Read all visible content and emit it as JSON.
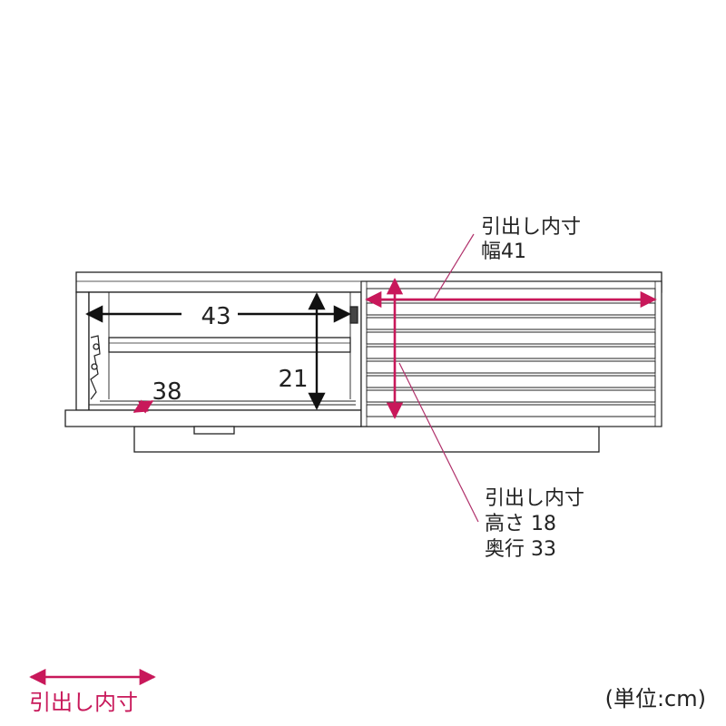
{
  "dimensions": {
    "width_open": "43",
    "height_open": "21",
    "depth_open": "38"
  },
  "callout_top": {
    "line1": "引出し内寸",
    "line2": "幅41"
  },
  "callout_bottom": {
    "line1": "引出し内寸",
    "line2": "高さ 18",
    "line3": "奥行 33"
  },
  "legend": {
    "label": "引出し内寸"
  },
  "unit_note": "(単位:cm)",
  "colors": {
    "accent": "#c8185a",
    "line": "#222222",
    "callout_line": "#b0306a"
  }
}
